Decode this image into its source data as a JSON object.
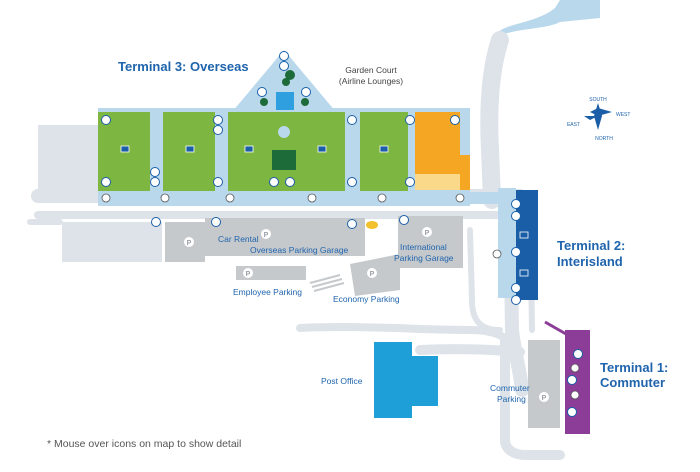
{
  "colors": {
    "road": "#dde3e8",
    "road_edge": "#c8d0d7",
    "building": "#c6c9cc",
    "terminal3": "#7db640",
    "concourse": "#b9d8ec",
    "terminal2": "#1b5ea8",
    "terminal1": "#8b3d98",
    "post_office": "#1e9fd8",
    "orange": "#f5a623",
    "water": "#b9d8ec",
    "label_blue": "#1f64ad",
    "label_grey": "#555555",
    "dark_green": "#1e6b3a",
    "garden_blue": "#2f9fe0"
  },
  "map": {
    "terminals": [
      {
        "id": "terminal3",
        "line1": "Terminal 3: Overseas",
        "line2": ""
      },
      {
        "id": "terminal2",
        "line1": "Terminal 2:",
        "line2": "Interisland"
      },
      {
        "id": "terminal1",
        "line1": "Terminal 1:",
        "line2": "Commuter"
      }
    ],
    "places": {
      "garden_court_1": "Garden Court",
      "garden_court_2": "(Airline Lounges)",
      "car_rental": "Car Rental",
      "overseas_garage": "Overseas Parking Garage",
      "intl_garage_1": "International",
      "intl_garage_2": "Parking Garage",
      "employee_parking": "Employee Parking",
      "economy_parking": "Economy Parking",
      "post_office": "Post Office",
      "commuter_parking_1": "Commuter",
      "commuter_parking_2": "Parking"
    },
    "compass": {
      "south": "SOUTH",
      "west": "WEST",
      "east": "EAST",
      "north": "NORTH"
    },
    "parking_symbol": "P",
    "footnote": "* Mouse over icons on map to show detail"
  }
}
